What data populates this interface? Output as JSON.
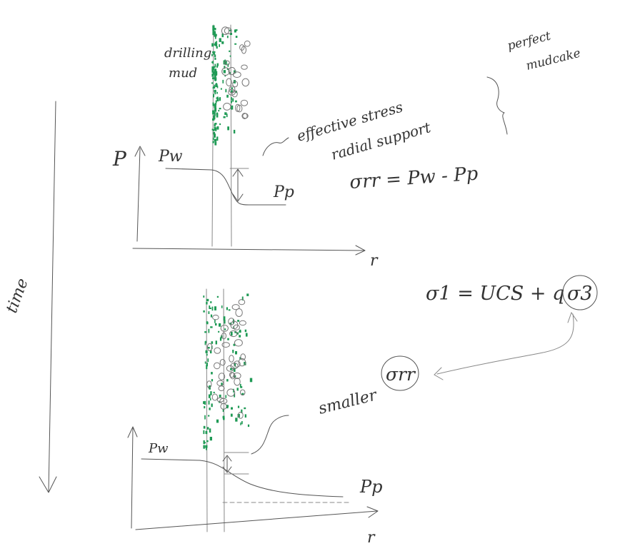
{
  "labels": {
    "drilling_mud_line1": "drilling",
    "drilling_mud_line2": "mud",
    "perfect_mudcake_line1": "perfect",
    "perfect_mudcake_line2": "mudcake",
    "effective_stress_line1": "effective stress",
    "effective_stress_line2": "radial support",
    "sigma_rr_equation": "σrr = Pw - Pp",
    "time": "time",
    "top_y_axis": "P",
    "top_pw": "Pw",
    "top_pp": "Pp",
    "top_x_axis": "r",
    "bottom_pw": "Pw",
    "bottom_pp": "Pp",
    "bottom_x_axis": "r",
    "smaller": "smaller",
    "sigma_rr_circled": "σrr",
    "failure_criterion_prefix": "σ1 = UCS + q",
    "sigma_3_circled": "σ3"
  },
  "colors": {
    "pencil": "#555555",
    "mudcake": "#1f9a55"
  }
}
